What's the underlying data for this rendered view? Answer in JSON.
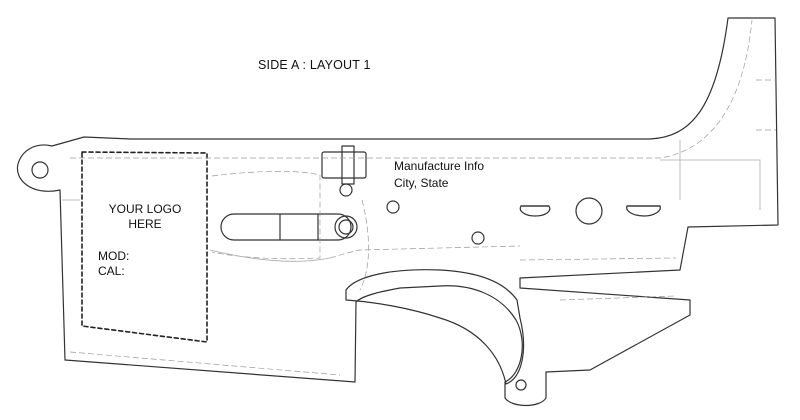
{
  "header": {
    "title": "SIDE A : LAYOUT 1"
  },
  "logo_area": {
    "line1": "YOUR LOGO",
    "line2": "HERE",
    "mod_label": "MOD:",
    "cal_label": "CAL:"
  },
  "manufacture": {
    "line1": "Manufacture Info",
    "line2": "City, State"
  },
  "colors": {
    "outline": "#333333",
    "detail": "#9a9a9a",
    "background": "#ffffff"
  }
}
